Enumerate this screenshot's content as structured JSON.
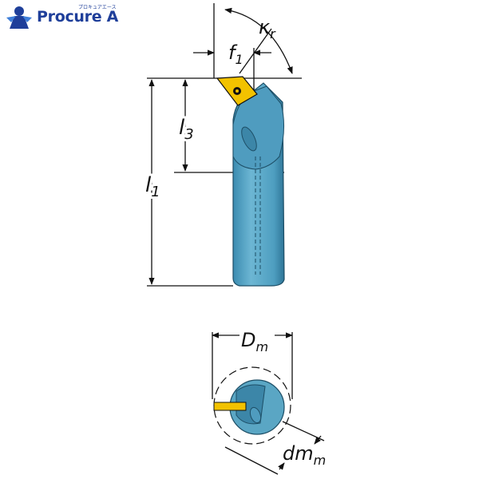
{
  "brand": {
    "name": "Procure A",
    "katakana": "プロキュアエース",
    "color": "#1f3f9a"
  },
  "labels": {
    "kr_main": "κ",
    "kr_sub": "r",
    "f1_main": "f",
    "f1_sub": "1",
    "l3_main": "l",
    "l3_sub": "3",
    "l1_main": "l",
    "l1_sub": "1",
    "dm_main": "D",
    "dm_sub": "m",
    "dmm_main": "dm",
    "dmm_sub": "m"
  },
  "colors": {
    "tool_body": "#5aa6c4",
    "tool_dark": "#2d6f8c",
    "insert": "#f2c200",
    "line": "#111111"
  }
}
